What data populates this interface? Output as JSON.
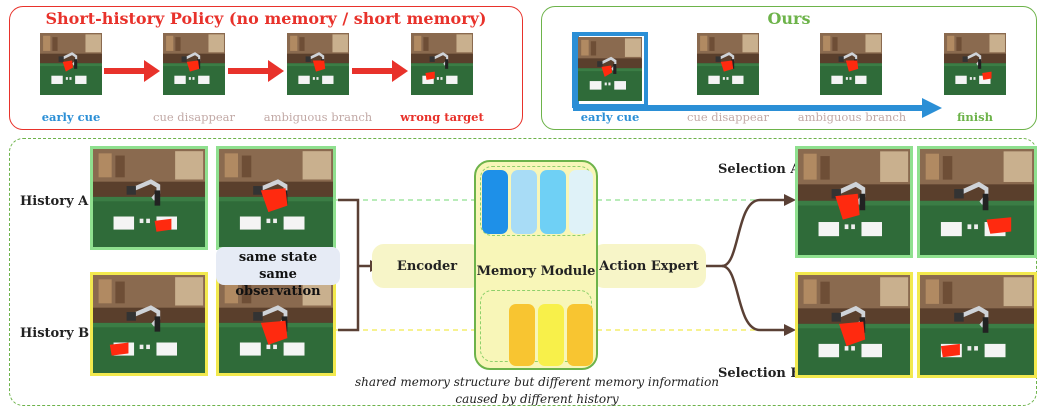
{
  "top_left": {
    "title": "Short-history Policy (no memory / short memory)",
    "captions": [
      "early cue",
      "cue disappear",
      "ambiguous branch",
      "wrong target"
    ]
  },
  "top_right": {
    "title": "Ours",
    "captions": [
      "early cue",
      "cue disappear",
      "ambiguous branch",
      "finish"
    ]
  },
  "bottom": {
    "history_a": "History A",
    "history_b": "History B",
    "same_state_line1": "same state",
    "same_state_line2": "same observation",
    "encoder": "Encoder",
    "memory_module": "Memory Module",
    "action_expert": "Action Expert",
    "selection_a": "Selection A",
    "selection_b": "Selection B",
    "note_line1": "shared memory structure but different memory information",
    "note_line2": "caused by different history"
  },
  "colors": {
    "red": "#e8322b",
    "green": "#6db34a",
    "blue": "#2b8fd6",
    "yellow_border": "#f2e94e",
    "green_border": "#8fe08f"
  }
}
